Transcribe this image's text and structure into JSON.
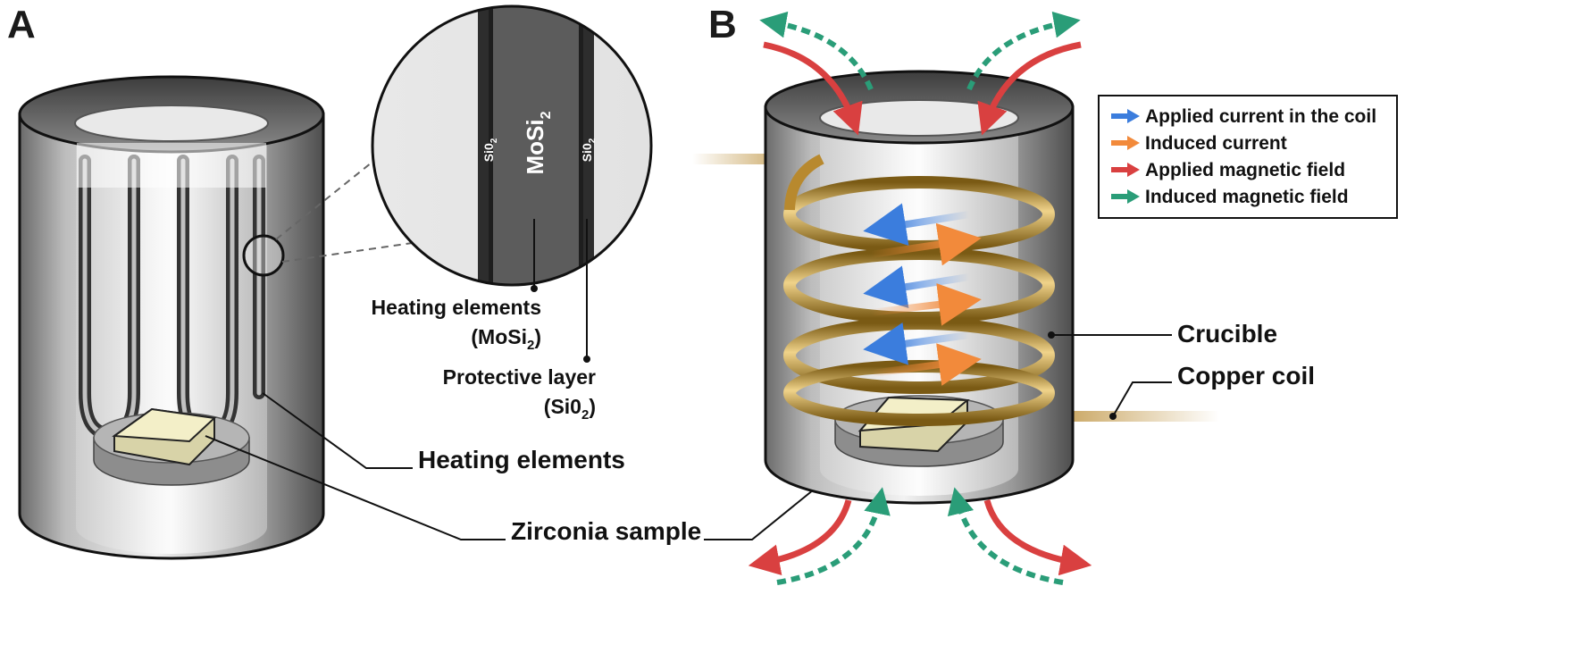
{
  "panel_a": {
    "letter": "A",
    "zoom": {
      "center_label": "MoSi",
      "center_sub": "2",
      "layer_label": "Si0",
      "layer_sub": "2"
    },
    "labels": {
      "heating_elements_inset": "Heating elements",
      "heating_elements_inset_formula": "(MoSi",
      "heating_elements_inset_sub": "2",
      "protective_layer": "Protective layer",
      "protective_layer_formula": "(Si0",
      "protective_layer_sub": "2",
      "heating_elements": "Heating elements",
      "zirconia_sample": "Zirconia sample"
    }
  },
  "panel_b": {
    "letter": "B",
    "labels": {
      "crucible": "Crucible",
      "copper_coil": "Copper coil"
    },
    "legend": [
      {
        "label": "Applied current in the coil",
        "color": "#3b7ddd"
      },
      {
        "label": "Induced current",
        "color": "#f28a3b"
      },
      {
        "label": "Applied magnetic field",
        "color": "#d94040"
      },
      {
        "label": "Induced magnetic field",
        "color": "#2a9d78"
      }
    ]
  },
  "colors": {
    "heating_element": "#3a3a3a",
    "sample": "#f3efc8",
    "coil": "#b8892e"
  }
}
